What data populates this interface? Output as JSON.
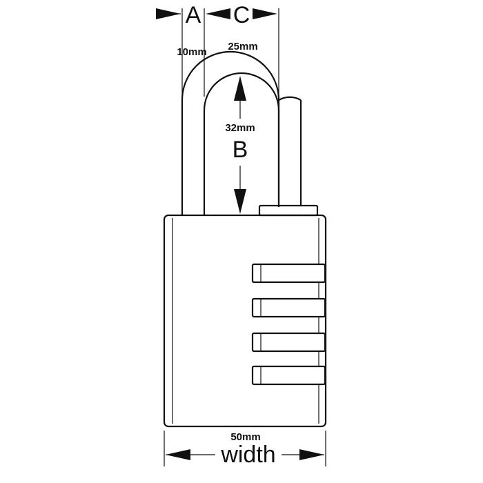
{
  "diagram": {
    "labels": {
      "a": "A",
      "c": "C",
      "b": "B",
      "width": "width"
    },
    "dimensions": {
      "a_value": "10mm",
      "c_value": "25mm",
      "b_value": "32mm",
      "width_value": "50mm"
    },
    "colors": {
      "line": "#111111",
      "background": "#ffffff"
    }
  }
}
